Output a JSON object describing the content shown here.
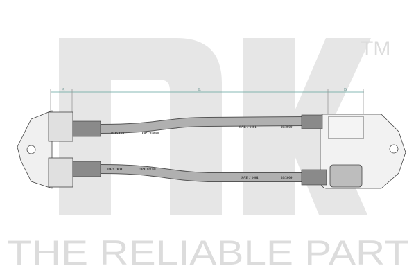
{
  "watermark": {
    "logo": "NK",
    "trademark": "TM",
    "slogan": "THE RELIABLE PART"
  },
  "dimensions": {
    "a_label": "A",
    "l_label": "L",
    "b_label": "B"
  },
  "hoses": [
    {
      "texts": [
        "DHS DOT",
        "OPT 1/8 HL",
        "SAE J 1401",
        "20/2009"
      ]
    },
    {
      "texts": [
        "DHS DOT",
        "OPT 1/8 HL",
        "SAE J 1401",
        "20/2009"
      ]
    }
  ],
  "colors": {
    "watermark": "#e4e4e4",
    "dimension_line": "#5fa39c",
    "hose": "#a9a9a9"
  }
}
